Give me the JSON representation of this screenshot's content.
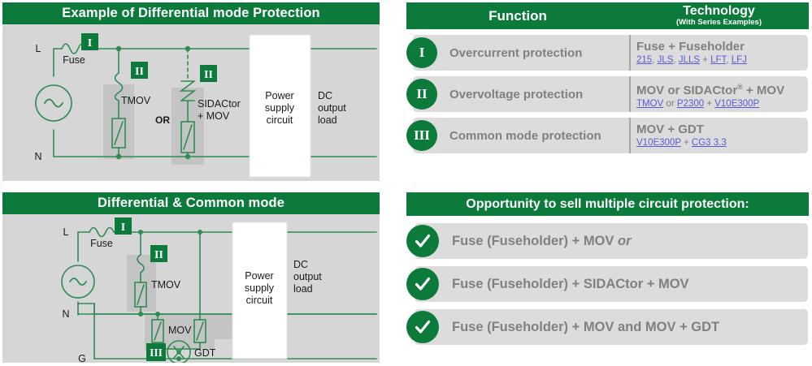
{
  "diagram1": {
    "title": "Example of Differential mode Protection",
    "labels": {
      "line": "L",
      "neutral": "N",
      "fuse": "Fuse",
      "badge_i": "I",
      "badge_ii_a": "II",
      "badge_ii_b": "II",
      "tmov": "TMOV",
      "or": "OR",
      "sidactor_line1": "SIDACtor",
      "sidactor_line2": "+ MOV",
      "psu_line1": "Power",
      "psu_line2": "supply",
      "psu_line3": "circuit",
      "out_line1": "DC",
      "out_line2": "output",
      "out_line3": "load"
    }
  },
  "diagram2": {
    "title": "Differential & Common mode",
    "labels": {
      "line": "L",
      "neutral": "N",
      "ground": "G",
      "fuse": "Fuse",
      "badge_i": "I",
      "badge_ii": "II",
      "badge_iii": "III",
      "tmov": "TMOV",
      "mov": "MOV",
      "gdt": "GDT",
      "psu_line1": "Power",
      "psu_line2": "supply",
      "psu_line3": "circuit",
      "out_line1": "DC",
      "out_line2": "output",
      "out_line3": "load"
    }
  },
  "table": {
    "headers": {
      "function": "Function",
      "technology_main": "Technology",
      "technology_sub": "(With Series Examples)"
    },
    "rows": [
      {
        "roman": "I",
        "function": "Overcurrent protection",
        "tech_main": "Fuse + Fuseholder",
        "tech_links_parts": [
          {
            "text": "215",
            "link": true
          },
          {
            "text": ", ",
            "link": false
          },
          {
            "text": "JLS",
            "link": true
          },
          {
            "text": ", ",
            "link": false
          },
          {
            "text": "JLLS",
            "link": true
          },
          {
            "text": " + ",
            "link": false
          },
          {
            "text": "LFT",
            "link": true
          },
          {
            "text": ", ",
            "link": false
          },
          {
            "text": "LFJ",
            "link": true
          }
        ]
      },
      {
        "roman": "II",
        "function": "Overvoltage protection",
        "tech_main": "MOV or SIDACtor® + MOV",
        "tech_links_parts": [
          {
            "text": "TMOV",
            "link": true
          },
          {
            "text": " or ",
            "link": false
          },
          {
            "text": "P2300",
            "link": true
          },
          {
            "text": " + ",
            "link": false
          },
          {
            "text": "V10E300P",
            "link": true
          }
        ]
      },
      {
        "roman": "III",
        "function": "Common mode protection",
        "tech_main": "MOV + GDT",
        "tech_links_parts": [
          {
            "text": "V10E300P",
            "link": true
          },
          {
            "text": " + ",
            "link": false
          },
          {
            "text": "CG3 3.3",
            "link": true
          }
        ]
      }
    ]
  },
  "opportunity": {
    "title": "Opportunity to sell multiple circuit protection:",
    "items": [
      {
        "text": "Fuse (Fuseholder) + MOV ",
        "emphasis": "or"
      },
      {
        "text": "Fuse (Fuseholder) + SIDACtor + MOV",
        "emphasis": ""
      },
      {
        "text": "Fuse (Fuseholder) + MOV and MOV + GDT",
        "emphasis": ""
      }
    ]
  },
  "colors": {
    "brand_green": "#0b7a3b",
    "panel_gray": "#d6d6d6",
    "row_gray": "#dcdcdc",
    "text_gray": "#808080",
    "link_blue": "#5a5ad6",
    "wire_green": "#2e8b52"
  }
}
